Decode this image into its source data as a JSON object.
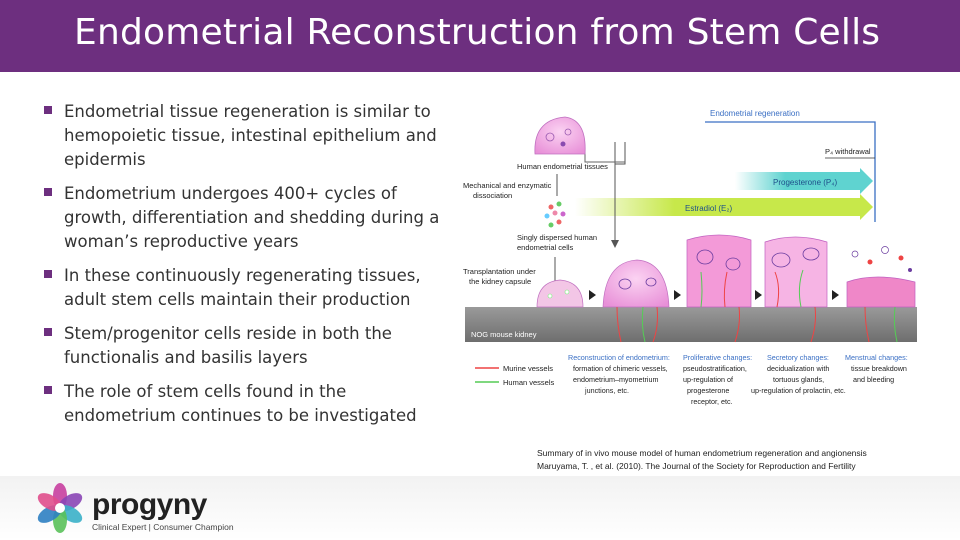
{
  "slide": {
    "title": "Endometrial Reconstruction from Stem Cells",
    "bullets": [
      "Endometrial tissue regeneration is similar to hemopoietic tissue, intestinal epithelium and epidermis",
      "Endometrium undergoes 400+ cycles of growth, differentiation and shedding during a woman’s reproductive years",
      "In these continuously regenerating tissues, adult stem cells maintain their production",
      "Stem/progenitor cells reside in both the functionalis and basilis layers",
      "The role of stem cells found in the endometrium continues to be investigated"
    ],
    "caption_line1": "Summary of in vivo mouse model of human endometrium regeneration and angionensis",
    "caption_line2": "Maruyama, T. , et al. (2010). The Journal of the Society for Reproduction and Fertility"
  },
  "figure": {
    "endometrial_regeneration": "Endometrial regeneration",
    "p4_withdrawal": "P₄ withdrawal",
    "progesterone": "Progesterone (P₄)",
    "estradiol": "Estradiol (E₂)",
    "human_tissues": "Human endometrial tissues",
    "mech_line1": "Mechanical and enzymatic",
    "mech_line2": "dissociation",
    "singly_line1": "Singly dispersed human",
    "singly_line2": "endometrial cells",
    "transplant_line1": "Transplantation under",
    "transplant_line2": "the kidney capsule",
    "nog": "NOG mouse kidney",
    "murine": "Murine vessels",
    "human_vessels": "Human vessels",
    "recon_title": "Reconstruction of endometrium:",
    "recon_l1": "formation of chimeric vessels,",
    "recon_l2": "endometrium–myometrium",
    "recon_l3": "junctions, etc.",
    "prolif_title": "Proliferative changes:",
    "prolif_l1": "pseudostratification,",
    "prolif_l2": "up-regulation of",
    "prolif_l3": "progesterone",
    "prolif_l4": "receptor, etc.",
    "secret_title": "Secretory changes:",
    "secret_l1": "decidualization with",
    "secret_l2": "tortuous glands,",
    "secret_l3": "up-regulation of prolactin, etc.",
    "mens_title": "Menstrual changes:",
    "mens_l1": "tissue breakdown",
    "mens_l2": "and bleeding"
  },
  "logo": {
    "name": "progyny",
    "tagline": "Clinical Expert | Consumer Champion"
  },
  "colors": {
    "header": "#6d2f7f",
    "figure_blue": "#3a6fc4",
    "estradiol_green": "#c7e84a",
    "progesterone_teal": "#5fd3d0"
  }
}
